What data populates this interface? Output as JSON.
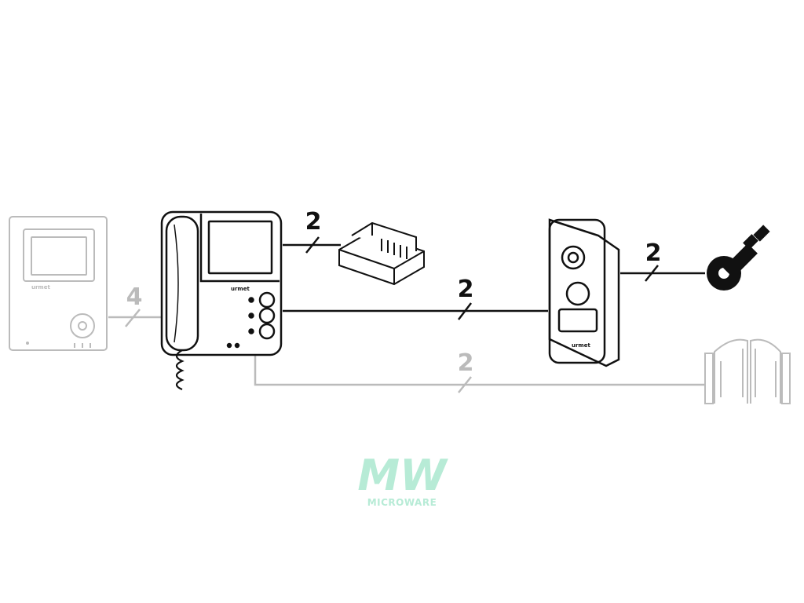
{
  "diagram": {
    "wires": [
      {
        "id": "monitor-to-monitor",
        "conductors": "4",
        "color": "#bbbbbb"
      },
      {
        "id": "monitor-to-power-supply",
        "conductors": "2",
        "color": "#111111"
      },
      {
        "id": "monitor-to-entrance-panel",
        "conductors": "2",
        "color": "#111111"
      },
      {
        "id": "panel-to-lock",
        "conductors": "2",
        "color": "#111111"
      },
      {
        "id": "monitor-to-gate",
        "conductors": "2",
        "color": "#bbbbbb"
      }
    ],
    "devices": {
      "secondary_monitor": {
        "brand": "urmet"
      },
      "main_monitor": {
        "brand": "urmet"
      },
      "entrance_panel": {
        "brand": "urmet"
      }
    }
  },
  "watermark": {
    "logo": "MW",
    "text": "MICROWARE",
    "color": "#b7ebd6"
  }
}
